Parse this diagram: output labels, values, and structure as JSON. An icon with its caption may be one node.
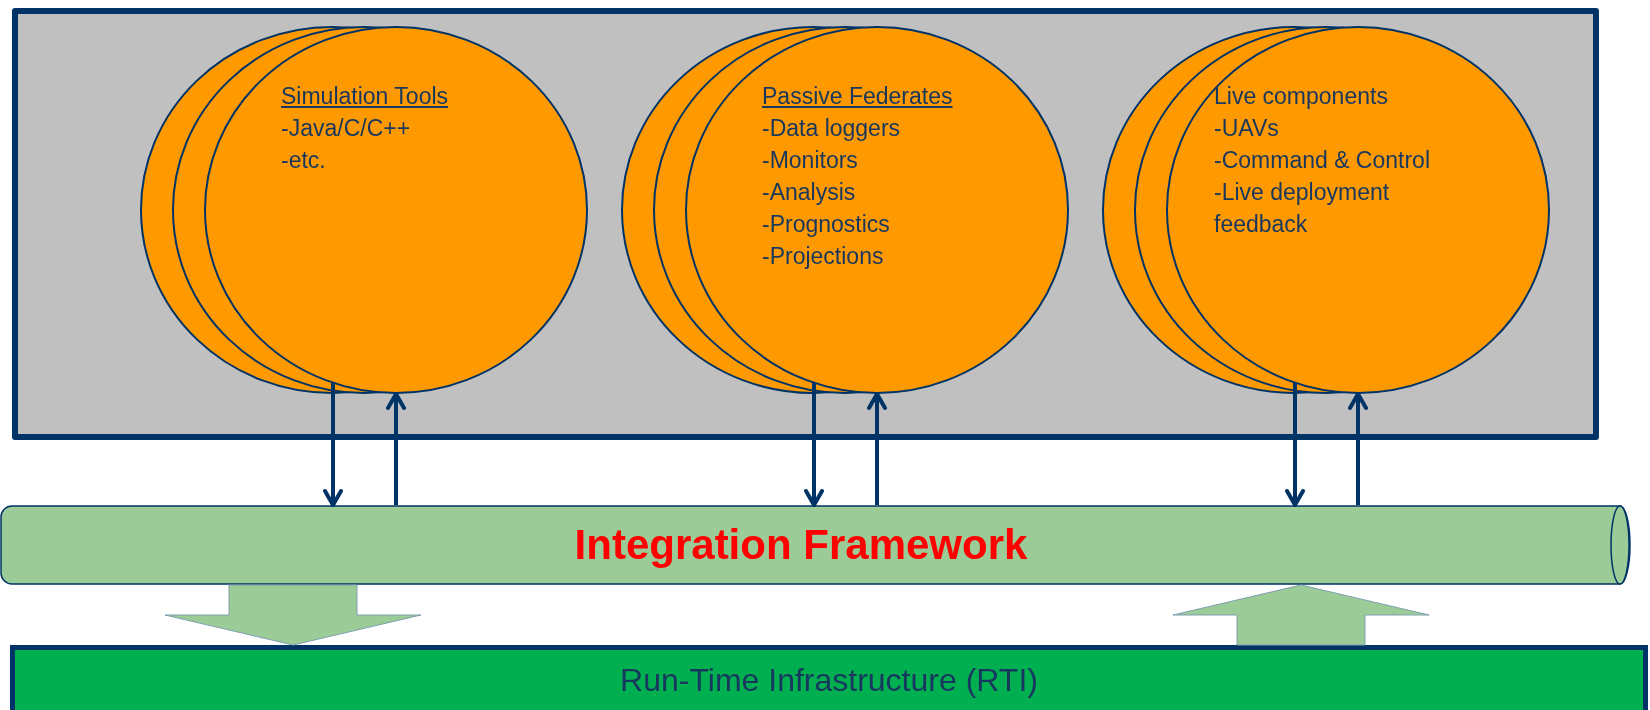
{
  "diagram": {
    "nodes": [
      {
        "text": [],
        "shape": "box"
      },
      {
        "text": [
          "Simulation Tools",
          "-Java/C/C++",
          "-etc."
        ],
        "in": 0
      },
      {
        "text": [
          "Passive Federates",
          "-Data loggers",
          "-Monitors",
          "-Analysis",
          "-Prognostics",
          "-Projections"
        ],
        "in": 0
      },
      {
        "text": [
          "Live components",
          "-UAVs",
          "-Command & Control",
          "-Live deployment feedback"
        ],
        "in": 0
      },
      {
        "text": [
          "Integration Framework"
        ]
      },
      {
        "text": [
          "Run-Time Infrastructure (RTI)"
        ]
      }
    ],
    "edges": [
      {
        "from": 1,
        "to": 4,
        "arrow": "to"
      },
      {
        "from": 4,
        "to": 1,
        "arrow": "to"
      },
      {
        "from": 2,
        "to": 4,
        "arrow": "to"
      },
      {
        "from": 4,
        "to": 2,
        "arrow": "to"
      },
      {
        "from": 3,
        "to": 4,
        "arrow": "to"
      },
      {
        "from": 4,
        "to": 3,
        "arrow": "to"
      },
      {
        "from": 4,
        "to": 5,
        "arrow": "to",
        "style": "thick",
        "color": "#9bcb97"
      },
      {
        "from": 5,
        "to": 4,
        "arrow": "to",
        "style": "thick",
        "color": "#9bcb97"
      }
    ]
  }
}
